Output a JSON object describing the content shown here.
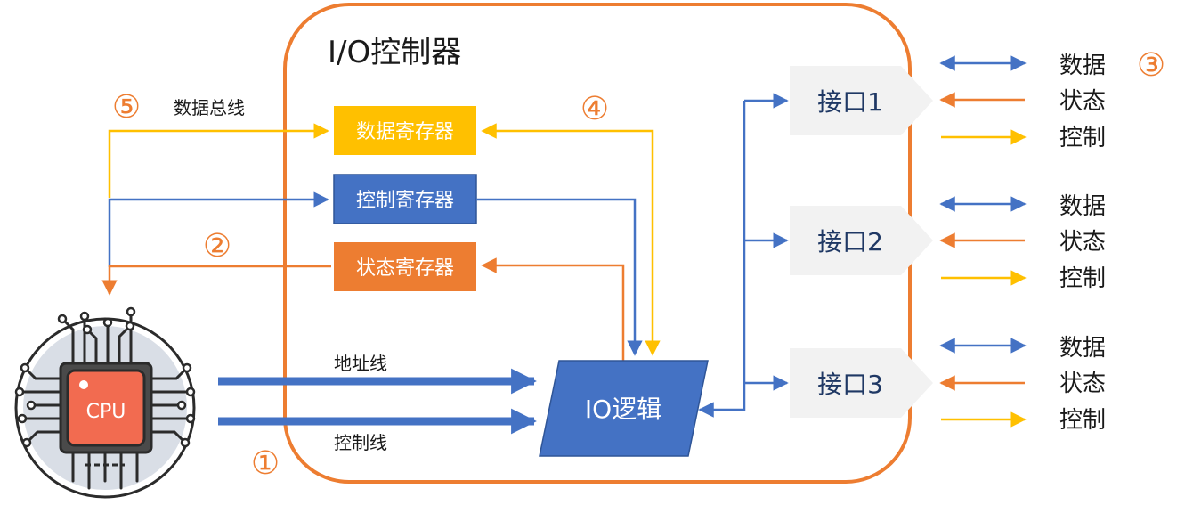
{
  "controller": {
    "title": "I/O控制器"
  },
  "registers": {
    "data": "数据寄存器",
    "control": "控制寄存器",
    "status": "状态寄存器"
  },
  "bus": {
    "data_bus": "数据总线",
    "address_line": "地址线",
    "control_line": "控制线"
  },
  "io_logic": "IO逻辑",
  "cpu": {
    "label": "CPU"
  },
  "interfaces": [
    {
      "label": "接口1",
      "signals": [
        "数据",
        "状态",
        "控制"
      ]
    },
    {
      "label": "接口2",
      "signals": [
        "数据",
        "状态",
        "控制"
      ]
    },
    {
      "label": "接口3",
      "signals": [
        "数据",
        "状态",
        "控制"
      ]
    }
  ],
  "markers": {
    "m1": "①",
    "m2": "②",
    "m3": "③",
    "m4": "④",
    "m5": "⑤"
  },
  "colors": {
    "orange": "#ED7D31",
    "yellow": "#FFC000",
    "blue": "#4472C4",
    "gray_box": "#F2F2F2",
    "cpu_red": "#F26B50",
    "dark_text": "#1F3864"
  }
}
